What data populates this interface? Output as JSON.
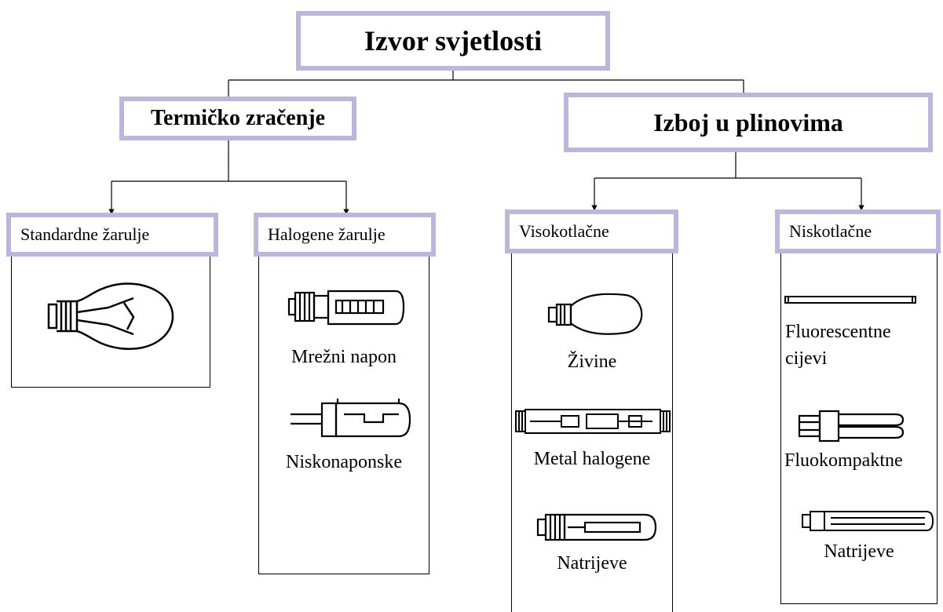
{
  "root": {
    "label": "Izvor svjetlosti"
  },
  "categories": [
    {
      "label": "Termičko zračenje",
      "groups": [
        {
          "label": "Standardne žarulje",
          "items": [
            {
              "icon": "standard-bulb-icon",
              "label": ""
            }
          ]
        },
        {
          "label": "Halogene žarulje",
          "items": [
            {
              "icon": "mains-halogen-lamp-icon",
              "label": "Mrežni napon"
            },
            {
              "icon": "low-voltage-halogen-lamp-icon",
              "label": "Niskonaponske"
            }
          ]
        }
      ]
    },
    {
      "label": "Izboj u plinovima",
      "groups": [
        {
          "label": "Visokotlačne",
          "items": [
            {
              "icon": "mercury-lamp-icon",
              "label": "Živine"
            },
            {
              "icon": "metal-halide-lamp-icon",
              "label": "Metal halogene"
            },
            {
              "icon": "high-pressure-sodium-lamp-icon",
              "label": "Natrijeve"
            }
          ]
        },
        {
          "label": "Niskotlačne",
          "items": [
            {
              "icon": "fluorescent-tube-icon",
              "label": "Fluorescentne cijevi"
            },
            {
              "icon": "compact-fluorescent-lamp-icon",
              "label": "Fluokompaktne"
            },
            {
              "icon": "low-pressure-sodium-lamp-icon",
              "label": "Natrijeve"
            }
          ]
        }
      ]
    }
  ],
  "colors": {
    "box_border": "#bcb6dc",
    "lines": "#000000"
  }
}
